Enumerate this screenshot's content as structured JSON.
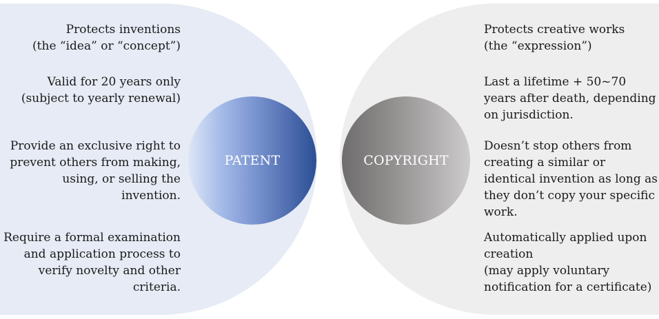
{
  "patent": {
    "label": "PATENT",
    "points": [
      "Protects inventions\n(the “idea” or “concept”)",
      "Valid for 20 years only\n(subject to yearly renewal)",
      "Provide an exclusive right to\nprevent others from making,\nusing, or selling the invention.",
      "Require a formal examination\nand application process to\nverify novelty and other\ncriteria."
    ]
  },
  "copyright": {
    "label": "COPYRIGHT",
    "points": [
      "Protects creative works\n(the “expression”)",
      "Last a lifetime + 50~70\nyears after death, depending\non jurisdiction.",
      "Doesn’t stop others from\ncreating a similar or\nidentical invention as long as\nthey don’t copy your specific\nwork.",
      "Automatically applied upon\ncreation\n(may apply voluntary\nnotification for a certificate)"
    ]
  },
  "colors": {
    "patent_panel": "#e6ebf5",
    "copyright_panel": "#eeeeee",
    "patent_circle_dark": "#2b4f94",
    "copyright_circle_dark": "#6f6d6d"
  }
}
